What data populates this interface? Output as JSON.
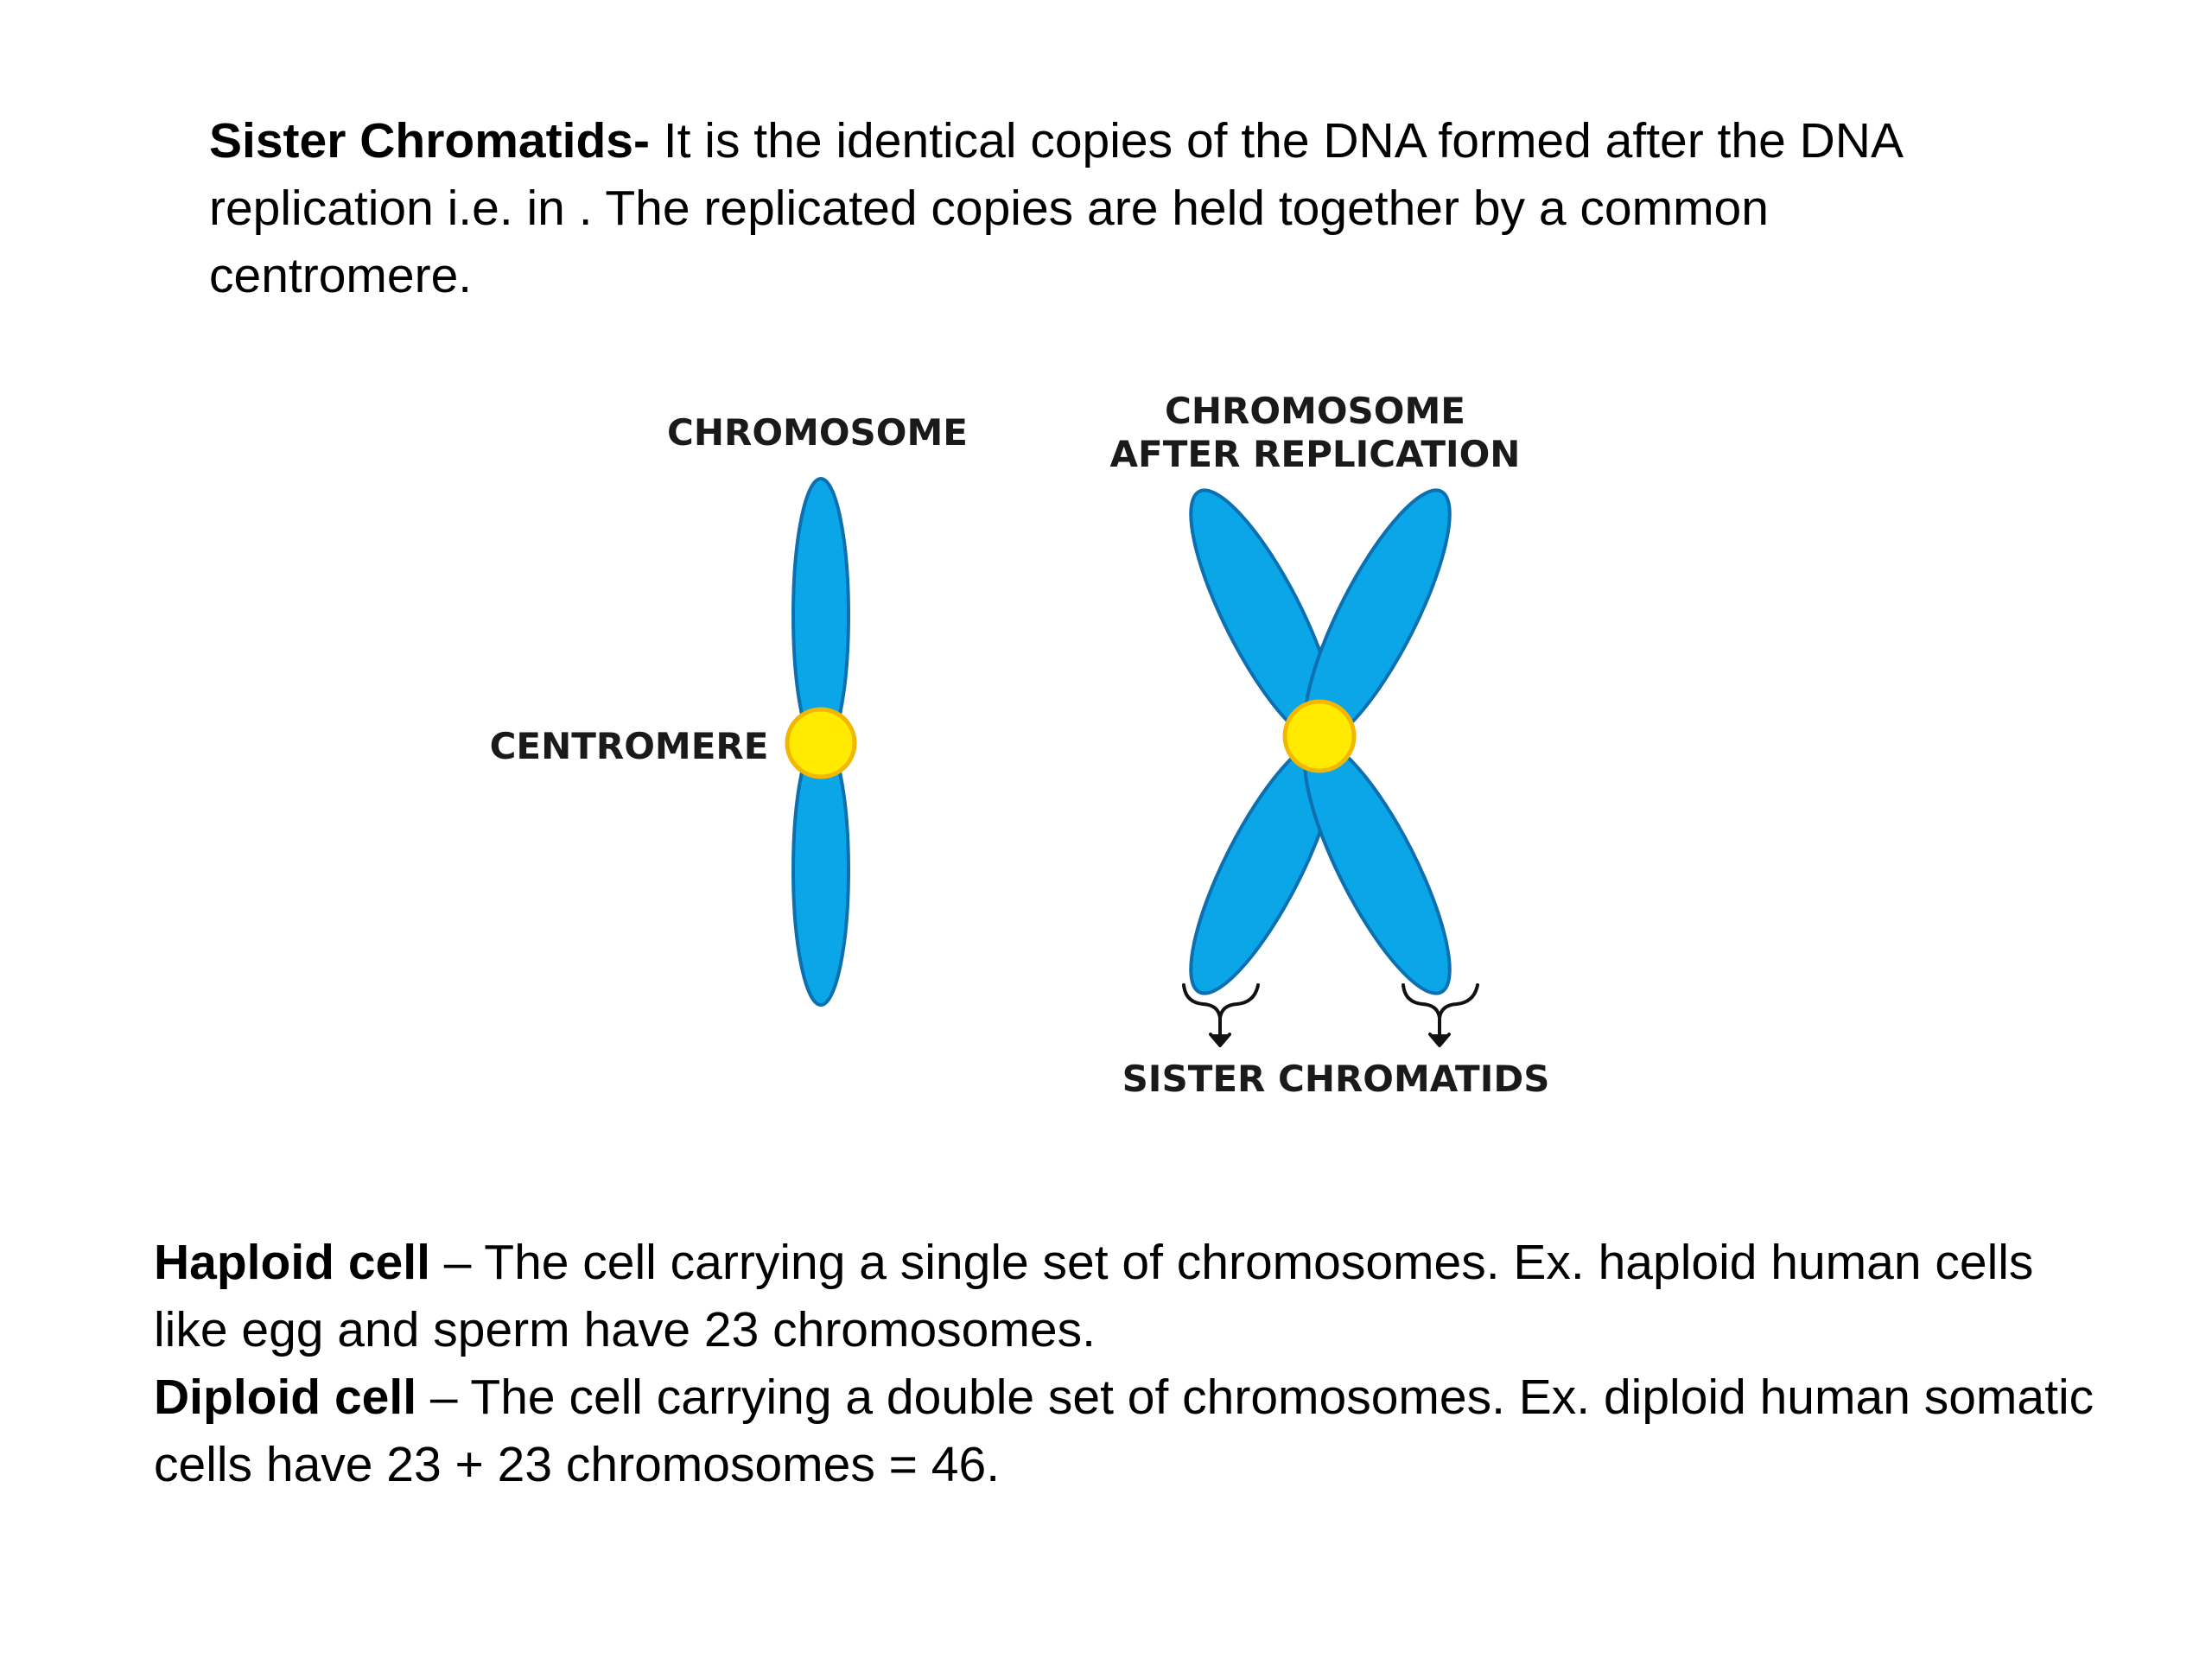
{
  "intro": {
    "term": "Sister Chromatids-",
    "text": " It is the identical copies of the DNA formed after the DNA replication i.e. in . The replicated copies are held together by a common centromere."
  },
  "diagram": {
    "label_chromosome": "CHROMOSOME",
    "label_after_line1": "CHROMOSOME",
    "label_after_line2": "AFTER REPLICATION",
    "label_centromere": "CENTROMERE",
    "label_sister": "SISTER CHROMATIDS",
    "colors": {
      "chromatid_fill": "#0aa6e8",
      "chromatid_stroke": "#0b6fb0",
      "centromere_fill": "#ffea00",
      "centromere_stroke": "#f2b700"
    }
  },
  "definitions": {
    "haploid_term": "Haploid cell",
    "haploid_text": " – The cell carrying a single set of chromosomes. Ex. haploid human cells like egg and sperm have 23 chromosomes.",
    "diploid_term": "Diploid cell",
    "diploid_text": " – The cell carrying a double set of chromosomes. Ex. diploid human somatic cells have 23 + 23 chromosomes = 46."
  }
}
